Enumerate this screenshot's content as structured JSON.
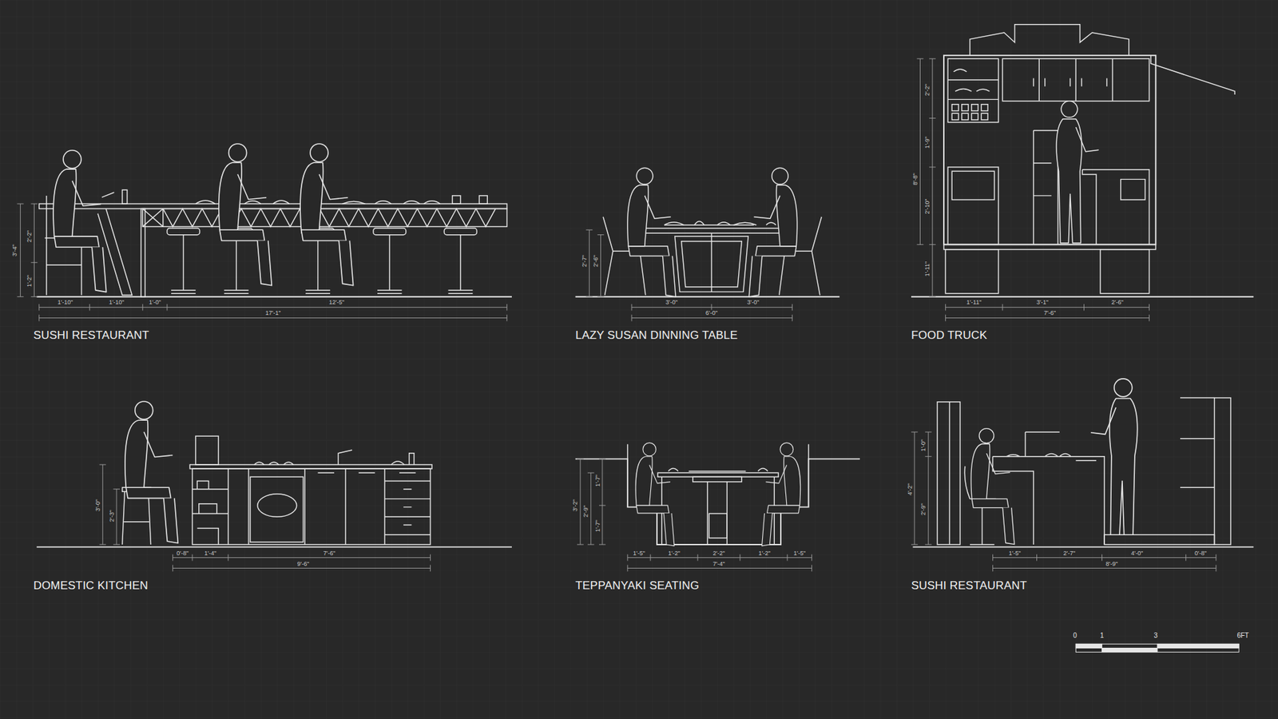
{
  "diagram": {
    "labels": [
      "3'-4\"",
      "2'-2\"",
      "1'-2\"",
      "1'-10\"",
      "1'-10\"",
      "1'-0\"",
      "12'-5\"",
      "17'-1\"",
      "SUSHI RESTAURANT",
      "2'-7\"",
      "2'-6\"",
      "3'-0\"",
      "3'-0\"",
      "6'-0\"",
      "LAZY SUSAN DINNING TABLE",
      "2'-2\"",
      "1'-9\"",
      "8'-8\"",
      "2'-10\"",
      "1'-11\"",
      "1'-11\"",
      "3'-1\"",
      "2'-6\"",
      "7'-6\"",
      "FOOD TRUCK",
      "3'-0\"",
      "2'-3\"",
      "0'-8\"",
      "1'-4\"",
      "7'-6\"",
      "9'-6\"",
      "DOMESTIC KITCHEN",
      "3'-2\"",
      "2'-9\"",
      "1'-7\"",
      "1'-7\"",
      "1'-5\"",
      "1'-2\"",
      "2'-2\"",
      "1'-2\"",
      "1'-5\"",
      "7'-4\"",
      "TEPPANYAKI SEATING",
      "1'-0\"",
      "4'-2\"",
      "2'-9\"",
      "1'-5\"",
      "2'-7\"",
      "4'-0\"",
      "0'-8\"",
      "8'-9\"",
      "SUSHI RESTAURANT",
      "0",
      "1",
      "3",
      "6FT"
    ]
  }
}
